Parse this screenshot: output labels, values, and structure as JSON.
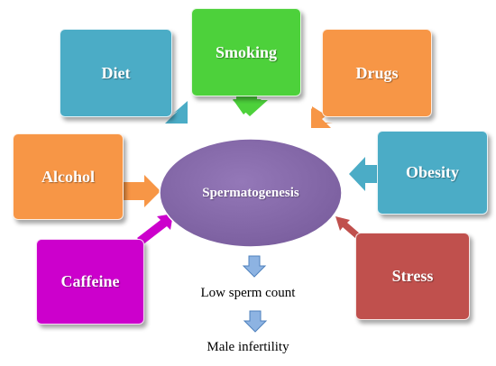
{
  "colors": {
    "diet": "#4bacc6",
    "smoking": "#4dd13b",
    "drugs": "#f79646",
    "alcohol": "#f79646",
    "obesity": "#4bacc6",
    "caffeine": "#cc00cc",
    "stress": "#c0504d",
    "center": "#8064a2",
    "flow_arrow": "#8db3e2"
  },
  "factors": {
    "diet": "Diet",
    "smoking": "Smoking",
    "drugs": "Drugs",
    "alcohol": "Alcohol",
    "obesity": "Obesity",
    "caffeine": "Caffeine",
    "stress": "Stress"
  },
  "center": {
    "label": "Spermatogenesis"
  },
  "outcomes": {
    "first": "Low sperm count",
    "second": "Male infertility"
  }
}
